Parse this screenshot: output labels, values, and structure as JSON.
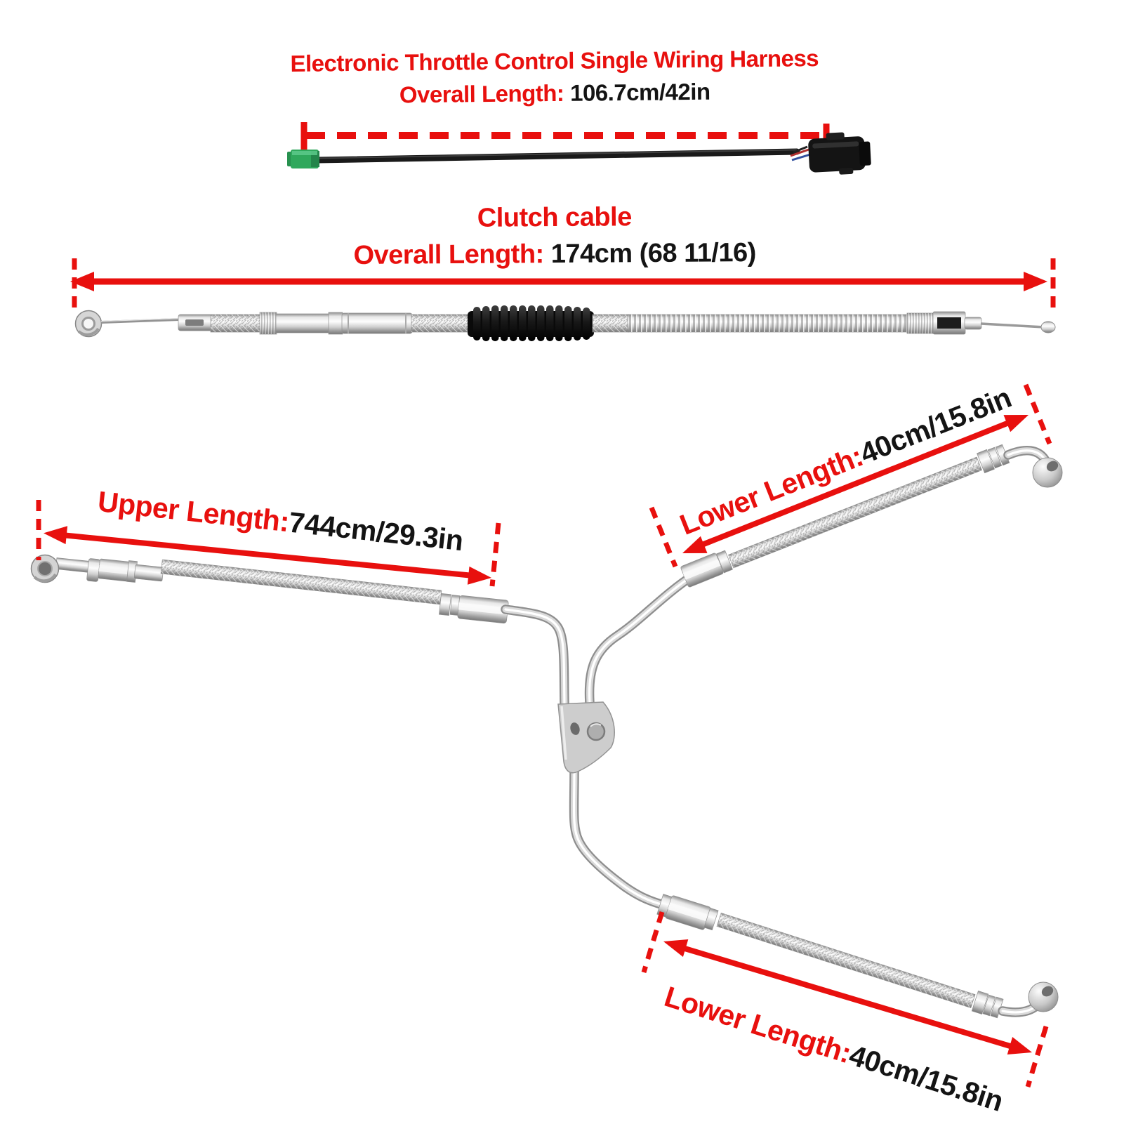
{
  "colors": {
    "accent": "#e8100e",
    "text": "#141414"
  },
  "harness": {
    "title": "Electronic Throttle Control Single Wiring Harness",
    "length_label": "Overall Length:",
    "length_value": " 106.7cm/42in"
  },
  "clutch": {
    "title": "Clutch cable",
    "length_label": "Overall Length:",
    "length_value": " 174cm (68 11/16)"
  },
  "brake": {
    "upper": {
      "label": "Upper Length:",
      "value": "744cm/29.3in"
    },
    "upper_right": {
      "label": "Lower Length:",
      "value": "40cm/15.8in"
    },
    "lower_right": {
      "label": "Lower Length:",
      "value": "40cm/15.8in"
    }
  }
}
